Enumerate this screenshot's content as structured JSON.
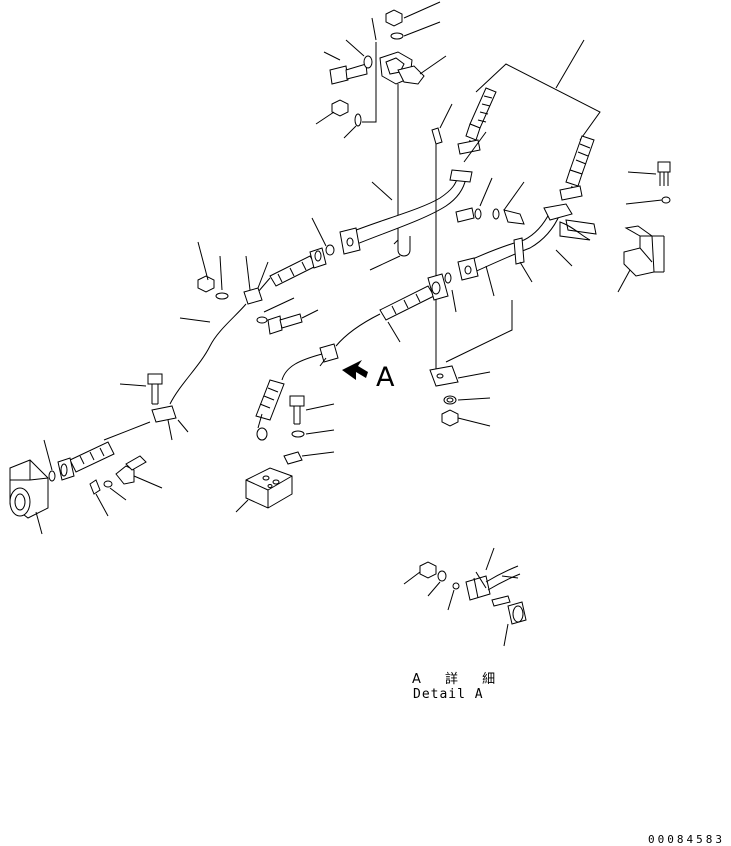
{
  "view_marker": "A",
  "detail_caption": {
    "japanese": "A 詳 細",
    "english": "Detail A"
  },
  "drawing_number": "00084583",
  "colors": {
    "line": "#000000",
    "background": "#ffffff"
  },
  "parts": [
    "bracket-clamp-top",
    "hose-fittings-top-right",
    "pipe-upper",
    "pipe-lower",
    "bracket-right",
    "hose-main-left",
    "hose-center",
    "valve-block",
    "elbow-fitting-left",
    "hose-short-center",
    "clamp-bracket-center",
    "detail-a-assembly"
  ]
}
